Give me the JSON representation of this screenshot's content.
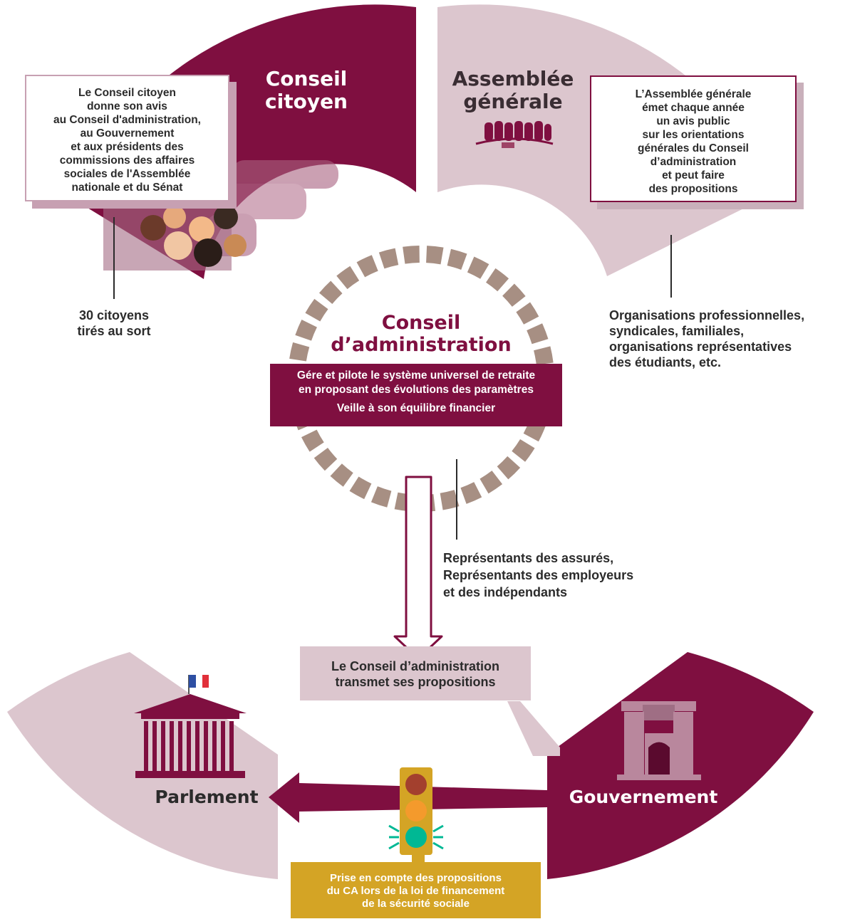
{
  "colors": {
    "wine": "#7f0f40",
    "pink": "#dcc6ce",
    "pink_dark": "#c9a9b5",
    "gold": "#d4a425",
    "text": "#2b2b2b",
    "green_light": "#00b894"
  },
  "conseil_citoyen": {
    "title": [
      "Conseil",
      "citoyen"
    ],
    "box": [
      "Le Conseil citoyen",
      "donne son avis",
      "au Conseil d'administration,",
      "au Gouvernement",
      "et aux présidents des",
      "commissions des affaires",
      "sociales de l'Assemblée",
      "nationale et du Sénat"
    ],
    "note": [
      "30 citoyens",
      "tirés au sort"
    ]
  },
  "assemblee_generale": {
    "title": [
      "Assemblée",
      "générale"
    ],
    "box": [
      "L’Assemblée générale",
      "émet chaque année",
      "un avis public",
      "sur les orientations",
      "générales du Conseil",
      "d’administration",
      "et peut faire",
      "des propositions"
    ],
    "note": [
      "Organisations professionnelles,",
      "syndicales, familiales,",
      "organisations représentatives",
      "des étudiants, etc."
    ]
  },
  "conseil_administration": {
    "title": [
      "Conseil",
      "d’administration"
    ],
    "box": [
      "Gére et pilote le système universel de retraite",
      "en proposant des évolutions des paramètres",
      "Veille à son équilibre financier"
    ],
    "note": [
      "Représentants des assurés,",
      "Représentants des employeurs",
      "et des indépendants"
    ]
  },
  "transmission": {
    "box": [
      "Le Conseil d’administration",
      "transmet ses propositions"
    ]
  },
  "parlement": {
    "label": "Parlement"
  },
  "gouvernement": {
    "label": "Gouvernement"
  },
  "plfss": {
    "box": [
      "Prise en compte des propositions",
      "du CA lors de la loi de financement",
      "de la sécurité sociale"
    ]
  }
}
